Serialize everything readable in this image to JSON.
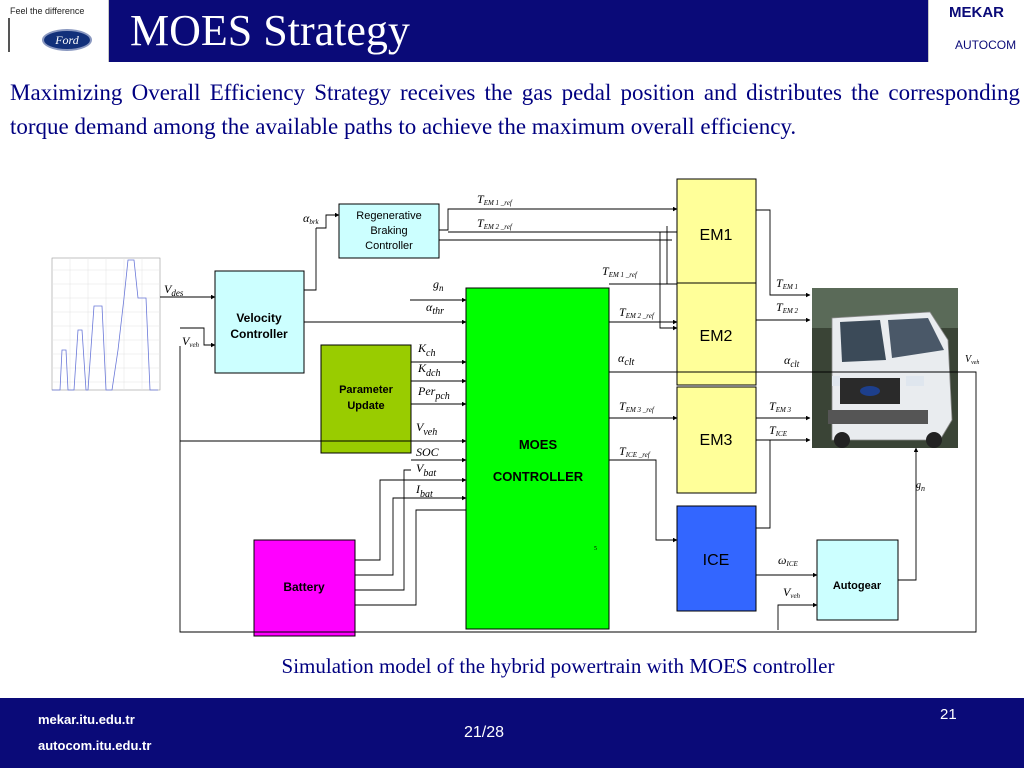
{
  "header": {
    "title": "MOES Strategy",
    "ford_tagline": "Feel the difference",
    "ford_brand": "Ford",
    "mekar_brand": "MEKAR",
    "autocom_brand": "AUTOCOM"
  },
  "intro": "Maximizing Overall Efficiency Strategy receives the gas pedal position and distributes the corresponding torque demand among the available paths to achieve the maximum overall efficiency.",
  "diagram": {
    "blocks": {
      "regen": [
        "Regenerative",
        "Braking",
        "Controller"
      ],
      "velocity": [
        "Velocity",
        "Controller"
      ],
      "param": [
        "Parameter",
        "Update"
      ],
      "moes": [
        "MOES",
        "CONTROLLER"
      ],
      "battery": "Battery",
      "em1": "EM1",
      "em2": "EM2",
      "em3": "EM3",
      "ice": "ICE",
      "autogear": "Autogear"
    },
    "signals": {
      "a_brk": "α",
      "a_brk_sub": "brk",
      "v_des": "V",
      "v_des_sub": "des",
      "v_veh": "V",
      "v_veh_sub": "veh",
      "tem1ref_top": "T",
      "tem1ref_top_sub": "EM 1 _ref",
      "tem2ref_top": "T",
      "tem2ref_top_sub": "EM 2 _ref",
      "gn": "g",
      "gn_sub": "n",
      "athr": "α",
      "athr_sub": "thr",
      "kch": "K",
      "kch_sub": "ch",
      "kdch": "K",
      "kdch_sub": "dch",
      "perpch": "Per",
      "perpch_sub": "pch",
      "vveh_in": "V",
      "vveh_in_sub": "veh",
      "soc": "SOC",
      "vbat": "V",
      "vbat_sub": "bat",
      "ibat": "I",
      "ibat_sub": "bat",
      "tem1ref": "T",
      "tem1ref_sub": "EM 1 _ref",
      "tem2ref": "T",
      "tem2ref_sub": "EM 2 _ref",
      "aclt_out": "α",
      "aclt_out_sub": "clt",
      "tem3ref": "T",
      "tem3ref_sub": "EM 3 _ref",
      "ticeref": "T",
      "ticeref_sub": "ICE _ref",
      "tem1": "T",
      "tem1_sub": "EM 1",
      "tem2": "T",
      "tem2_sub": "EM 2",
      "aclt": "α",
      "aclt_sub": "clt",
      "tem3": "T",
      "tem3_sub": "EM 3",
      "tice": "T",
      "tice_sub": "ICE",
      "wice": "ω",
      "wice_sub": "ICE",
      "vveh_ag": "V",
      "vveh_ag_sub": "veh",
      "gn_ag": "g",
      "gn_ag_sub": "n",
      "vveh_out": "V",
      "vveh_out_sub": "veh",
      "small_mark": "5"
    }
  },
  "caption": "Simulation model of the hybrid powertrain with MOES controller",
  "footer": {
    "site1": "mekar.itu.edu.tr",
    "site2": "autocom.itu.edu.tr",
    "page": "21/28",
    "slide_number": "21"
  }
}
